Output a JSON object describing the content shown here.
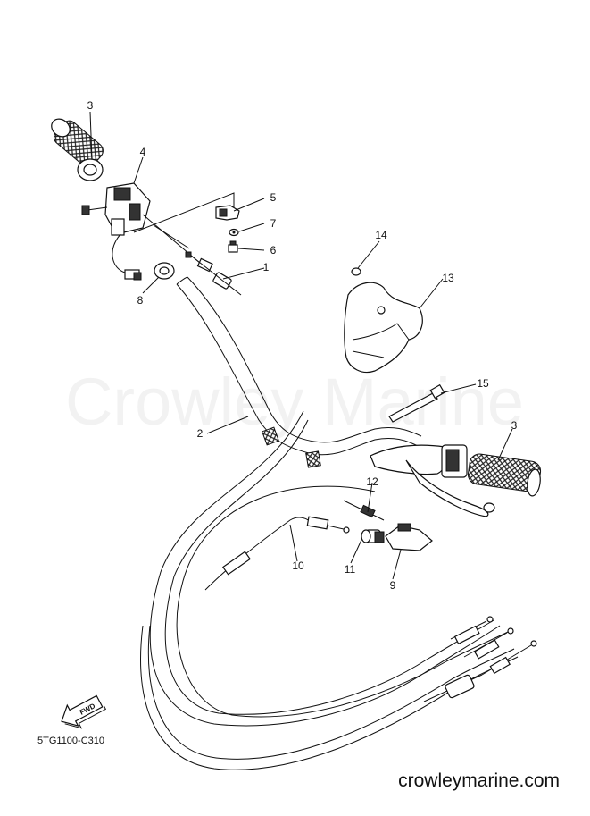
{
  "watermark": "Crowley Marine",
  "diagram_code": "5TG1100-C310",
  "footer_url": "crowleymarine.com",
  "fwd_label": "FWD",
  "callouts": [
    {
      "id": "callout-3-left",
      "text": "3"
    },
    {
      "id": "callout-4",
      "text": "4"
    },
    {
      "id": "callout-5",
      "text": "5"
    },
    {
      "id": "callout-7",
      "text": "7"
    },
    {
      "id": "callout-6",
      "text": "6"
    },
    {
      "id": "callout-1",
      "text": "1"
    },
    {
      "id": "callout-8",
      "text": "8"
    },
    {
      "id": "callout-14",
      "text": "14"
    },
    {
      "id": "callout-13",
      "text": "13"
    },
    {
      "id": "callout-15",
      "text": "15"
    },
    {
      "id": "callout-2",
      "text": "2"
    },
    {
      "id": "callout-3-right",
      "text": "3"
    },
    {
      "id": "callout-12",
      "text": "12"
    },
    {
      "id": "callout-10",
      "text": "10"
    },
    {
      "id": "callout-11",
      "text": "11"
    },
    {
      "id": "callout-9",
      "text": "9"
    }
  ]
}
